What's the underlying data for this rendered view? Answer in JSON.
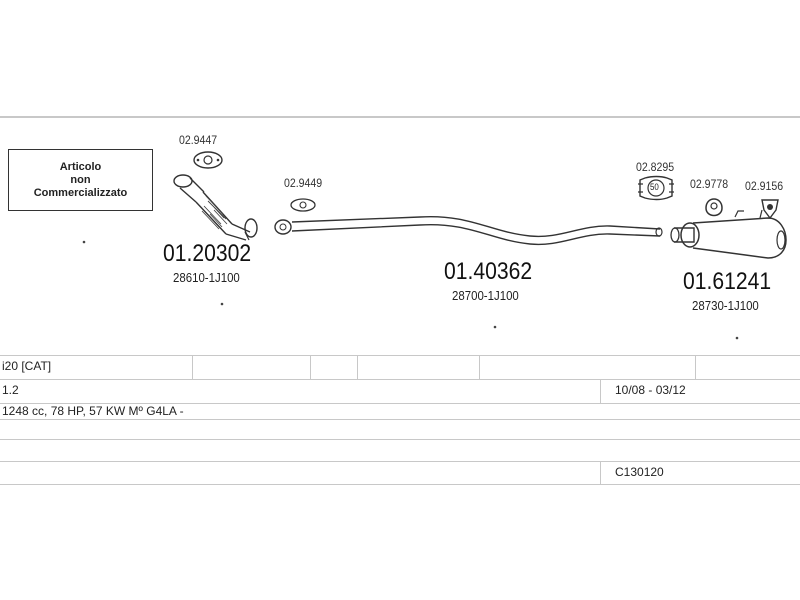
{
  "note_box": {
    "line1": "Articolo",
    "line2": "non",
    "line3": "Commercializzato"
  },
  "parts": {
    "front_pipe": {
      "code": "01.20302",
      "ref": "28610-1J100"
    },
    "middle_pipe": {
      "code": "01.40362",
      "ref": "28700-1J100"
    },
    "rear_muffler": {
      "code": "01.61241",
      "ref": "28730-1J100"
    }
  },
  "accessories": {
    "gasket_top": "02.9447",
    "gasket_mid": "02.9449",
    "clamp": "02.8295",
    "clamp_size": "50",
    "hanger_a": "02.9778",
    "hanger_b": "02.9156"
  },
  "table": {
    "model": "i20  [CAT]",
    "engine_size": "1.2",
    "period": "10/08 - 03/12",
    "engine_details": "1248 cc, 78 HP, 57 KW Mº G4LA -",
    "catalog_code": "C130120"
  }
}
